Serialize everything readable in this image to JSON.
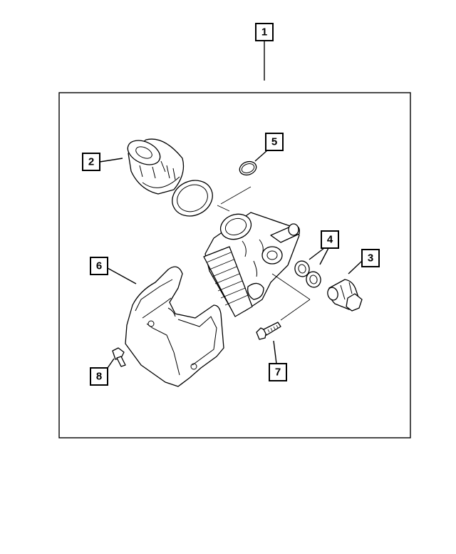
{
  "callouts": [
    {
      "id": "1",
      "part": "oil-filter-housing-assembly"
    },
    {
      "id": "2",
      "part": "oil-filter"
    },
    {
      "id": "3",
      "part": "banjo-bolt"
    },
    {
      "id": "4",
      "part": "washers"
    },
    {
      "id": "5",
      "part": "o-ring"
    },
    {
      "id": "6",
      "part": "heat-shield"
    },
    {
      "id": "7",
      "part": "housing-bolt"
    },
    {
      "id": "8",
      "part": "shield-bolt"
    }
  ]
}
